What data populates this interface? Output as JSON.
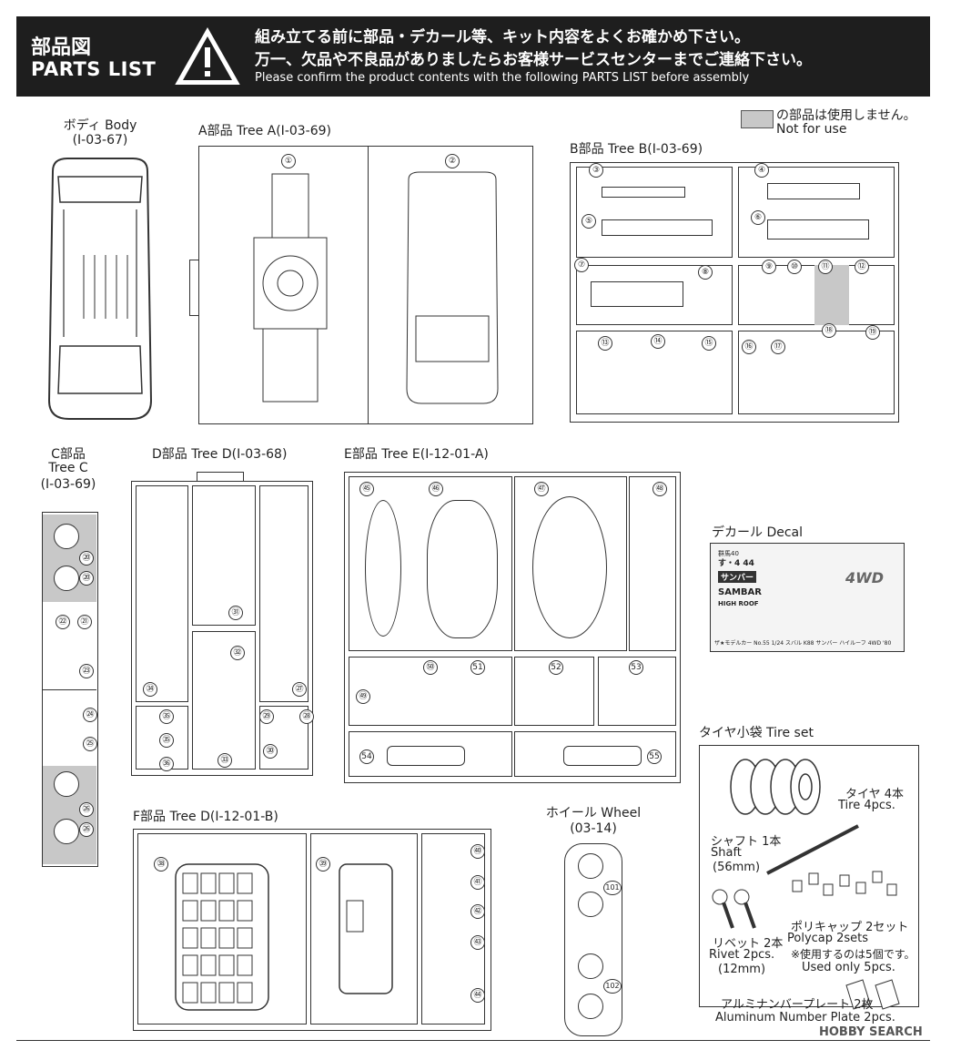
{
  "header": {
    "title_ja": "部品図",
    "title_en": "PARTS LIST",
    "notice_ja_1": "組み立てる前に部品・デカール等、キット内容をよくお確かめ下さい。",
    "notice_ja_2": "万一、欠品や不良品がありましたらお客様サービスセンターまでご連絡下さい。",
    "notice_en": "Please confirm the product contents with the following PARTS LIST before assembly",
    "warning_icon": "exclamation-triangle-icon"
  },
  "legend": {
    "ja": "の部品は使用しません。",
    "en": "Not for use",
    "swatch_color": "#c8c8c8"
  },
  "body": {
    "label": "ボディ Body",
    "code": "(I-03-67)"
  },
  "tree_a": {
    "label": "A部品 Tree A(I-03-69)",
    "parts": [
      "①",
      "②"
    ]
  },
  "tree_b": {
    "label": "B部品 Tree B(I-03-69)",
    "parts": [
      "③",
      "④",
      "⑤",
      "⑥",
      "⑦",
      "⑧",
      "⑨",
      "⑩",
      "⑪",
      "⑫",
      "⑬",
      "⑭",
      "⑮",
      "⑯",
      "⑰",
      "⑱",
      "⑲"
    ]
  },
  "tree_c": {
    "label": "C部品",
    "label2": "Tree C",
    "code": "(I-03-69)",
    "parts": [
      "⑳",
      "⑳",
      "㉒",
      "㉑",
      "㉓",
      "㉔",
      "㉕",
      "㉖",
      "㉖"
    ]
  },
  "tree_d": {
    "label": "D部品 Tree D(I-03-68)",
    "parts": [
      "㉛",
      "㉜",
      "㉞",
      "㉗",
      "㉟",
      "㊱",
      "㉝",
      "㉙",
      "㉘",
      "㉚",
      "㉟"
    ]
  },
  "tree_e": {
    "label": "E部品 Tree E(I-12-01-A)",
    "parts": [
      "㊺",
      "㊻",
      "㊼",
      "㊽",
      "㊾",
      "㊿",
      "51",
      "52",
      "53",
      "54",
      "55"
    ]
  },
  "tree_f": {
    "label": "F部品 Tree D(I-12-01-B)",
    "parts": [
      "㊳",
      "㊴",
      "㊵",
      "㊶",
      "㊷",
      "㊸",
      "㊹"
    ]
  },
  "decal": {
    "label": "デカール Decal",
    "footer": "ザ★モデルカー No.55 1/24 スバル K88 サンバー ハイルーフ 4WD '80",
    "items": [
      "群馬40",
      "す・4 44",
      "サンバー",
      "SAMBAR",
      "HIGH ROOF",
      "4WD"
    ]
  },
  "wheel": {
    "label": "ホイール Wheel",
    "code": "(03-14)",
    "parts": [
      "101",
      "102"
    ]
  },
  "tire_set": {
    "label": "タイヤ小袋 Tire set",
    "tire_ja": "タイヤ 4本",
    "tire_en": "Tire 4pcs.",
    "shaft_ja": "シャフト 1本",
    "shaft_en": "Shaft",
    "shaft_size": "(56mm)",
    "rivet_ja": "リベット 2本",
    "rivet_en": "Rivet 2pcs.",
    "rivet_size": "(12mm)",
    "polycap_ja": "ポリキャップ 2セット",
    "polycap_en": "Polycap 2sets",
    "polycap_note_ja": "※使用するのは5個です。",
    "polycap_note_en": "Used only 5pcs."
  },
  "plate": {
    "ja": "アルミナンバープレート 2枚",
    "en": "Aluminum Number Plate 2pcs."
  },
  "watermark": "HOBBY SEARCH"
}
